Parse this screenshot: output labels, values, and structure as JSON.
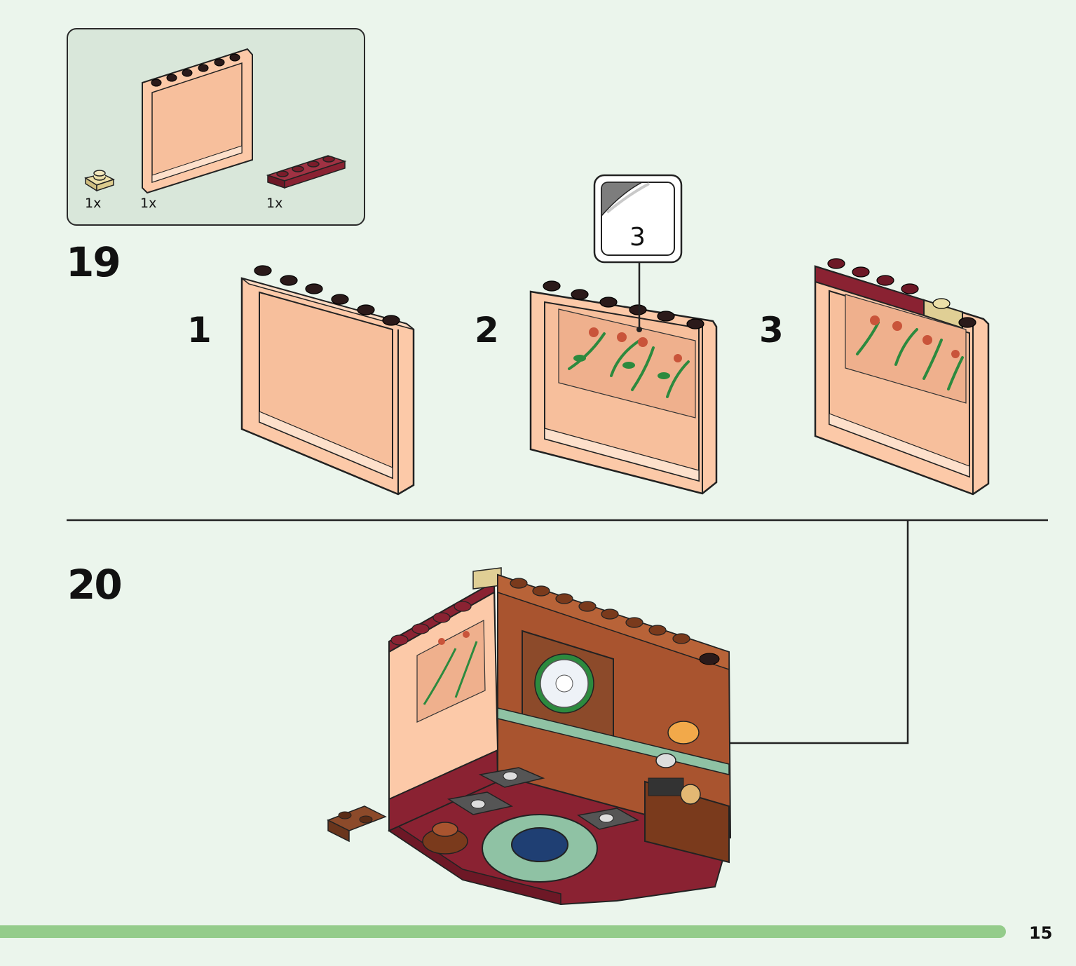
{
  "parts": [
    {
      "qty": "1x",
      "piece": "tan-1x1-plate"
    },
    {
      "qty": "1x",
      "piece": "peach-wall-panel"
    },
    {
      "qty": "1x",
      "piece": "darkred-1x4-plate"
    }
  ],
  "steps": [
    {
      "number": "19"
    },
    {
      "number": "20"
    }
  ],
  "substeps": [
    "1",
    "2",
    "3"
  ],
  "sticker": {
    "number": "3"
  },
  "page": {
    "number": "15"
  },
  "colors": {
    "background": "#ebf5ec",
    "parts_box": "#d9e7da",
    "panel": "#fcc9a8",
    "dark_red": "#8a2232",
    "tan": "#e0cf95",
    "reddish_brown": "#a9542f",
    "sand_green": "#8fc2a4",
    "progress_bar": "#94cc8b"
  }
}
